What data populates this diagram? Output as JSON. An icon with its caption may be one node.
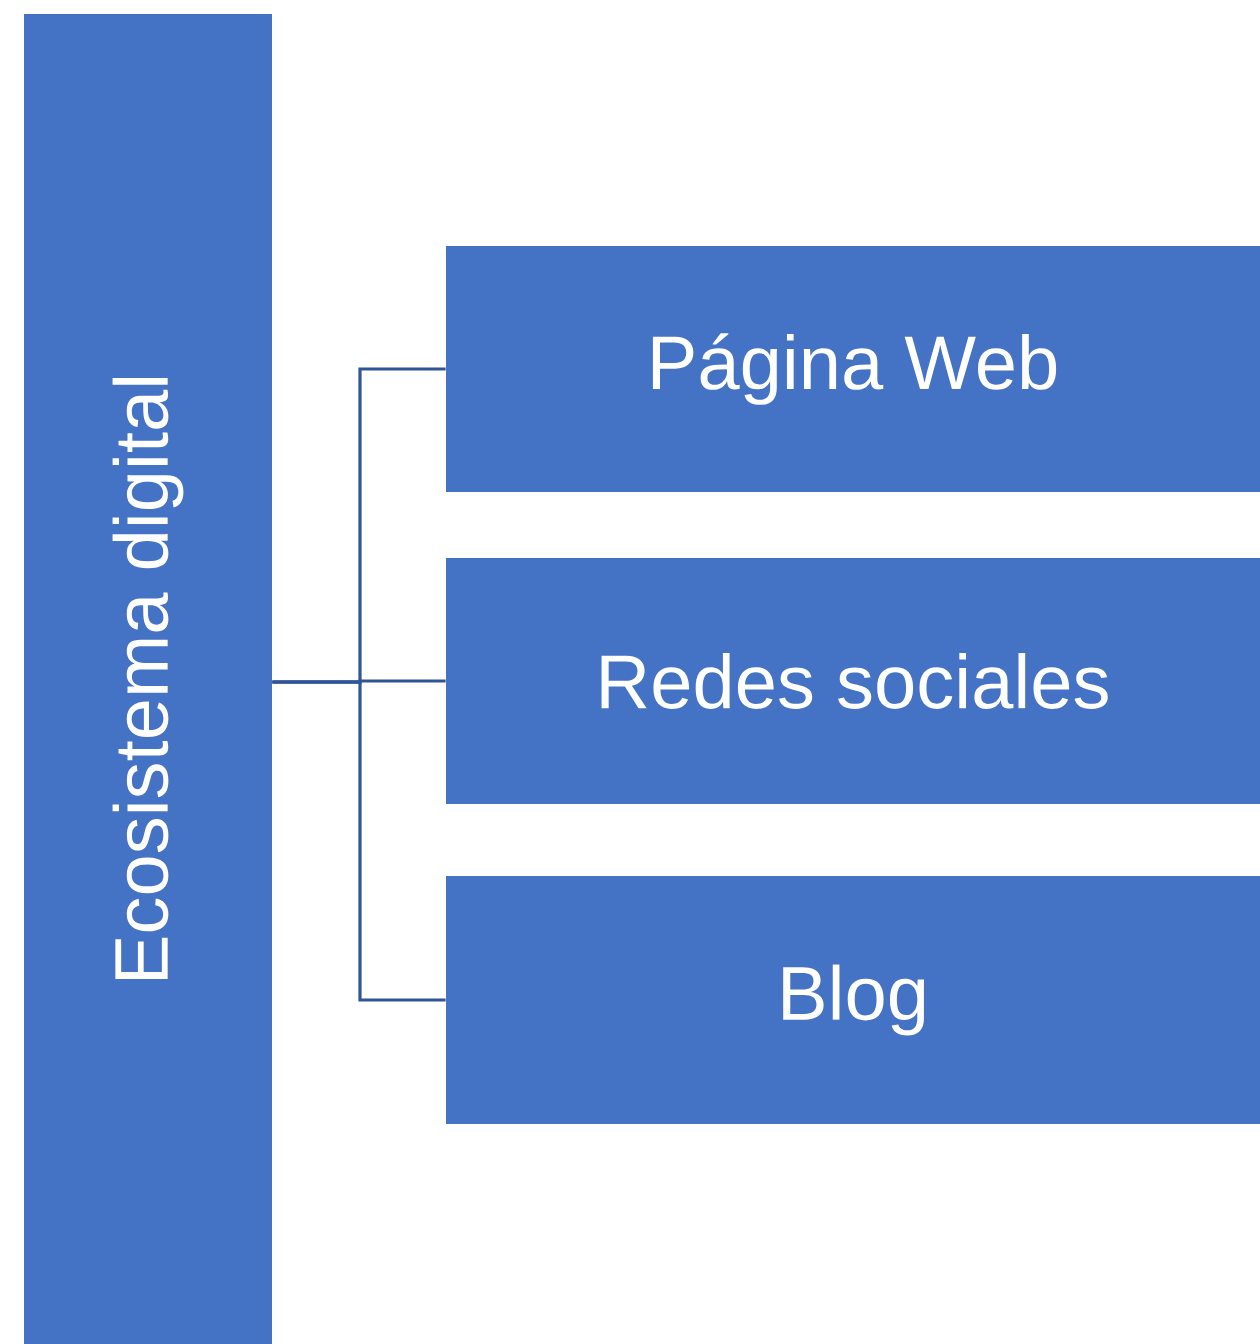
{
  "diagram": {
    "nodes": [
      {
        "text": [
          "Ecosistema digital"
        ]
      },
      {
        "text": [
          "Página Web"
        ]
      },
      {
        "text": [
          "Redes sociales"
        ]
      },
      {
        "text": [
          "Blog"
        ]
      }
    ],
    "edges": [
      {
        "from": 0,
        "to": 1,
        "arrow": "none"
      },
      {
        "from": 0,
        "to": 2,
        "arrow": "none"
      },
      {
        "from": 0,
        "to": 3,
        "arrow": "none"
      }
    ]
  }
}
